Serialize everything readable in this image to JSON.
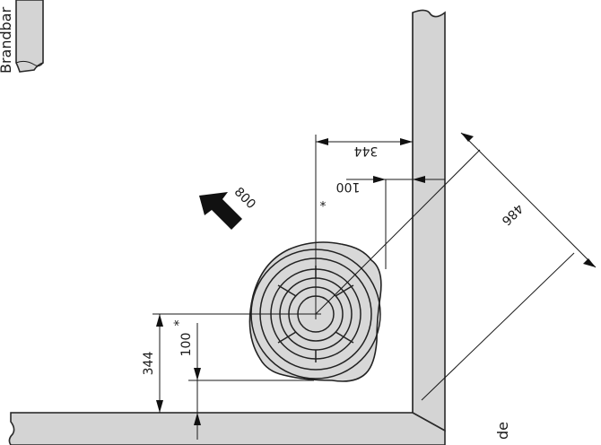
{
  "labels": {
    "top_left_vertical": "Brandbar",
    "bottom_right_vertical": "de",
    "direction_value": "800",
    "dim_top": "344",
    "dim_top_star": "100",
    "dim_left": "344",
    "dim_left_star": "100",
    "dim_diagonal": "486",
    "star": "*"
  },
  "colors": {
    "wall_fill": "#d4d4d4",
    "stroke": "#222222",
    "arrow": "#111111"
  }
}
